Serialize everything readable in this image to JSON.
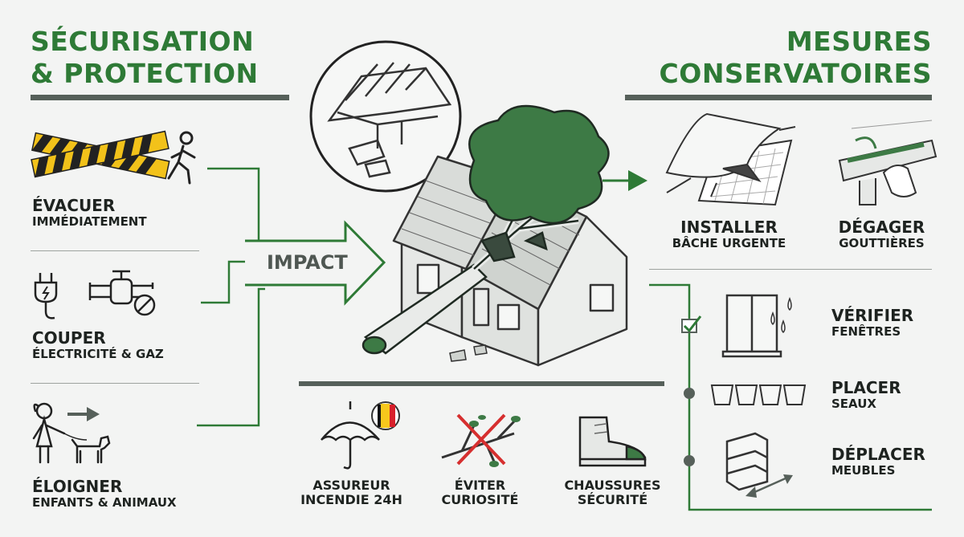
{
  "left_section": {
    "title_line1": "SÉCURISATION",
    "title_line2": "& PROTECTION",
    "items": [
      {
        "head": "ÉVACUER",
        "sub": "IMMÉDIATEMENT"
      },
      {
        "head": "COUPER",
        "sub": "ÉLECTRICITÉ & GAZ"
      },
      {
        "head": "ÉLOIGNER",
        "sub": "ENFANTS & ANIMAUX"
      }
    ]
  },
  "center": {
    "impact_label": "IMPACT",
    "bottom_items": [
      {
        "line1": "ASSUREUR",
        "line2": "INCENDIE 24H"
      },
      {
        "line1": "ÉVITER",
        "line2": "CURIOSITÉ"
      },
      {
        "line1": "CHAUSSURES",
        "line2": "SÉCURITÉ"
      }
    ]
  },
  "right_section": {
    "title_line1": "MESURES",
    "title_line2": "CONSERVATOIRES",
    "top_items": [
      {
        "head": "INSTALLER",
        "sub": "BÂCHE URGENTE"
      },
      {
        "head": "DÉGAGER",
        "sub": "GOUTTIÈRES"
      }
    ],
    "list_items": [
      {
        "head": "VÉRIFIER",
        "sub": "FENÊTRES"
      },
      {
        "head": "PLACER",
        "sub": "SEAUX"
      },
      {
        "head": "DÉPLACER",
        "sub": "MEUBLES"
      }
    ]
  },
  "colors": {
    "accent_green": "#2e7a36",
    "dark_gray": "#56605a",
    "tape_yellow": "#f2c21a",
    "belgium_black": "#111111",
    "belgium_yellow": "#f7c81c",
    "belgium_red": "#d8202a",
    "forbidden_red": "#d62f2f"
  }
}
